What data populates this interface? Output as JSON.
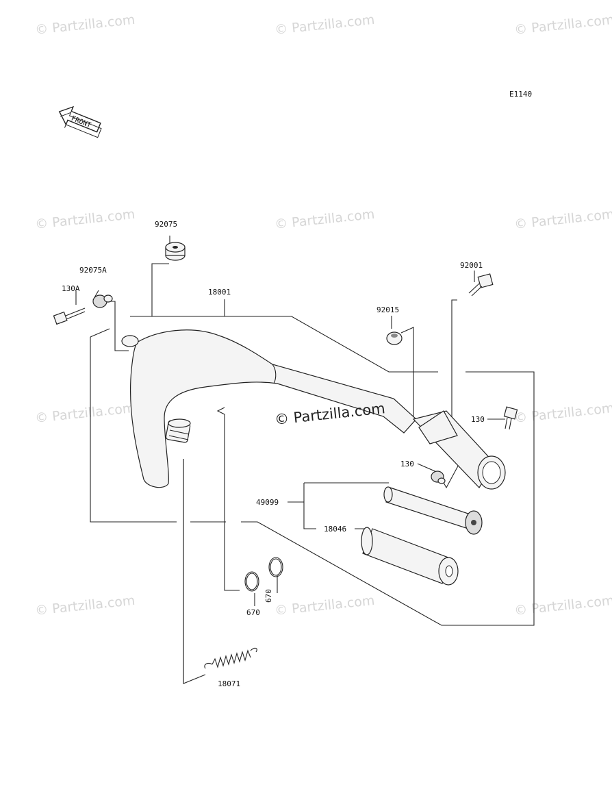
{
  "diagram_code": "E1140",
  "front_indicator": "FRONT",
  "watermark": "© Partzilla.com",
  "center_watermark": "© Partzilla.com",
  "parts": {
    "p92075": "92075",
    "p92075A": "92075A",
    "p130A": "130A",
    "p18001": "18001",
    "p92015": "92015",
    "p92001": "92001",
    "p130_upper": "130",
    "p130_lower": "130",
    "p49099": "49099",
    "p18046": "18046",
    "p670_left": "670",
    "p670_right": "670",
    "p18071": "18071"
  }
}
